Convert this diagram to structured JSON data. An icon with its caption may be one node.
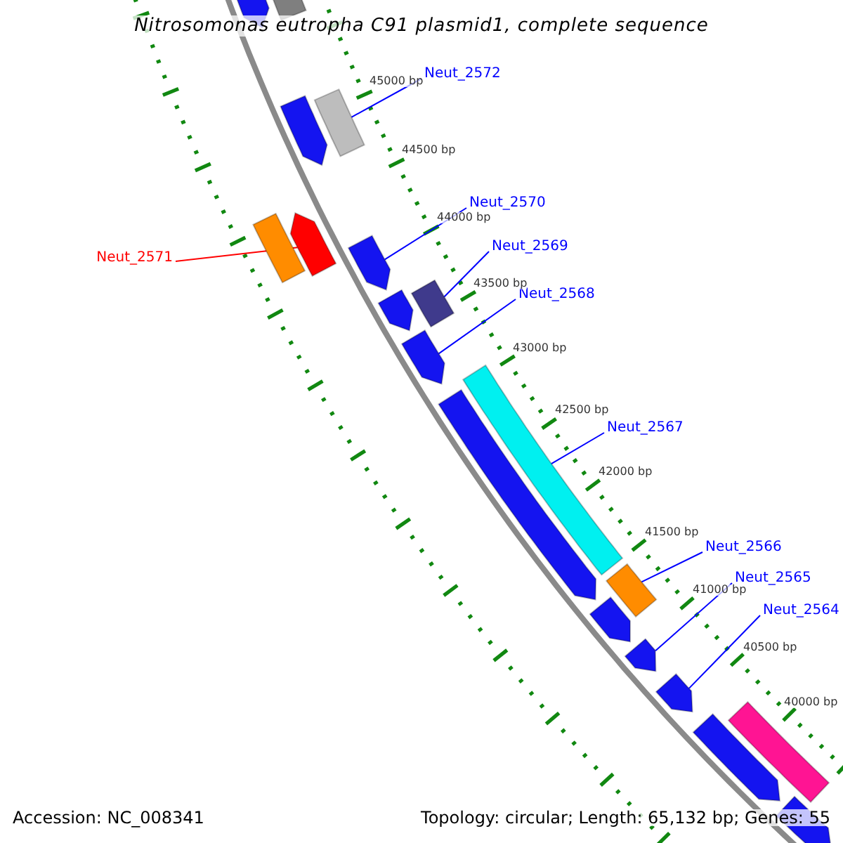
{
  "diagram": {
    "title": "Nitrosomonas eutropha C91 plasmid1, complete sequence",
    "nodes": [
      {
        "text": [
          "Neut_2572"
        ]
      },
      {
        "text": [
          "Neut_2570"
        ]
      },
      {
        "text": [
          "Neut_2569"
        ]
      },
      {
        "text": [
          "Neut_2571"
        ]
      },
      {
        "text": [
          "Neut_2568"
        ]
      },
      {
        "text": [
          "Neut_2567"
        ]
      },
      {
        "text": [
          "Neut_2566"
        ]
      },
      {
        "text": [
          "Neut_2565"
        ]
      },
      {
        "text": [
          "Neut_2564"
        ]
      },
      {
        "text": [],
        "shape": "bar"
      },
      {
        "text": [],
        "shape": "bar"
      },
      {
        "text": [],
        "shape": "bar"
      },
      {
        "text": [],
        "shape": "bar"
      },
      {
        "text": [],
        "shape": "bar"
      },
      {
        "text": [],
        "shape": "bar"
      },
      {
        "text": [],
        "shape": "bar"
      },
      {
        "text": [],
        "shape": "bar"
      },
      {
        "text": [],
        "shape": "bar"
      },
      {
        "text": [],
        "shape": "bar"
      },
      {
        "text": [],
        "shape": "bar"
      },
      {
        "text": [],
        "shape": "bar"
      },
      {
        "text": [],
        "shape": "bar"
      },
      {
        "text": [],
        "shape": "bar"
      },
      {
        "text": [],
        "shape": "bar"
      },
      {
        "text": [],
        "shape": "bar"
      },
      {
        "text": [],
        "shape": "bar"
      },
      {
        "text": [],
        "shape": "bar"
      },
      {
        "text": [],
        "shape": "bar"
      }
    ],
    "edges": [
      {
        "from": 0,
        "to": 12,
        "arrow": "none"
      },
      {
        "from": 1,
        "to": 15,
        "arrow": "none"
      },
      {
        "from": 2,
        "to": 16,
        "arrow": "none"
      },
      {
        "from": 3,
        "to": 14,
        "arrow": "none",
        "color": "#ff0000"
      },
      {
        "from": 4,
        "to": 18,
        "arrow": "none"
      },
      {
        "from": 5,
        "to": 19,
        "arrow": "none"
      },
      {
        "from": 6,
        "to": 21,
        "arrow": "none"
      },
      {
        "from": 7,
        "to": 23,
        "arrow": "none"
      },
      {
        "from": 8,
        "to": 24,
        "arrow": "none"
      }
    ],
    "labels": [
      "45000 bp",
      "44500 bp",
      "44000 bp",
      "43500 bp",
      "43000 bp",
      "42500 bp",
      "42000 bp",
      "41500 bp",
      "41000 bp",
      "40500 bp",
      "40000 bp",
      "Accession: NC_008341",
      "Topology: circular; Length: 65,132 bp; Genes: 55"
    ]
  }
}
